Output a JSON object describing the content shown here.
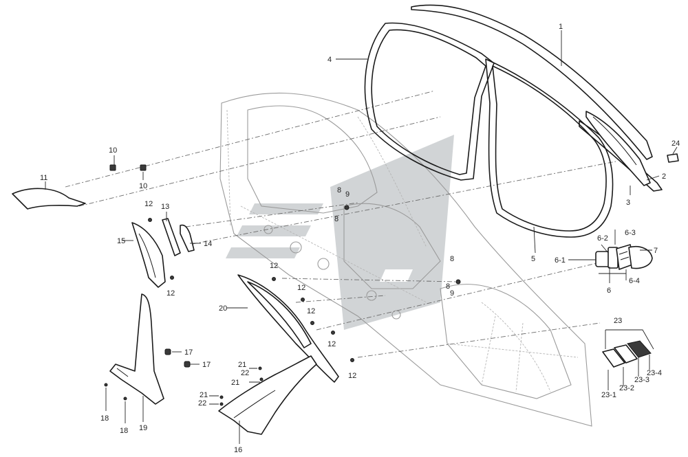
{
  "diagram": {
    "callouts": [
      {
        "id": "c1",
        "text": "1"
      },
      {
        "id": "c2",
        "text": "2"
      },
      {
        "id": "c3",
        "text": "3"
      },
      {
        "id": "c4",
        "text": "4"
      },
      {
        "id": "c5",
        "text": "5"
      },
      {
        "id": "c6",
        "text": "6"
      },
      {
        "id": "c6-1",
        "text": "6-1"
      },
      {
        "id": "c6-2",
        "text": "6-2"
      },
      {
        "id": "c6-3",
        "text": "6-3"
      },
      {
        "id": "c6-4",
        "text": "6-4"
      },
      {
        "id": "c7",
        "text": "7"
      },
      {
        "id": "c8a",
        "text": "8"
      },
      {
        "id": "c8b",
        "text": "8"
      },
      {
        "id": "c8c",
        "text": "8"
      },
      {
        "id": "c8d",
        "text": "8"
      },
      {
        "id": "c9a",
        "text": "9"
      },
      {
        "id": "c9b",
        "text": "9"
      },
      {
        "id": "c10a",
        "text": "10"
      },
      {
        "id": "c10b",
        "text": "10"
      },
      {
        "id": "c11",
        "text": "11"
      },
      {
        "id": "c12a",
        "text": "12"
      },
      {
        "id": "c12b",
        "text": "12"
      },
      {
        "id": "c12c",
        "text": "12"
      },
      {
        "id": "c12d",
        "text": "12"
      },
      {
        "id": "c12e",
        "text": "12"
      },
      {
        "id": "c12f",
        "text": "12"
      },
      {
        "id": "c12g",
        "text": "12"
      },
      {
        "id": "c13",
        "text": "13"
      },
      {
        "id": "c14",
        "text": "14"
      },
      {
        "id": "c15",
        "text": "15"
      },
      {
        "id": "c16",
        "text": "16"
      },
      {
        "id": "c17a",
        "text": "17"
      },
      {
        "id": "c17b",
        "text": "17"
      },
      {
        "id": "c18a",
        "text": "18"
      },
      {
        "id": "c18b",
        "text": "18"
      },
      {
        "id": "c19",
        "text": "19"
      },
      {
        "id": "c20",
        "text": "20"
      },
      {
        "id": "c21a",
        "text": "21"
      },
      {
        "id": "c21b",
        "text": "21"
      },
      {
        "id": "c21c",
        "text": "21"
      },
      {
        "id": "c22a",
        "text": "22"
      },
      {
        "id": "c22b",
        "text": "22"
      },
      {
        "id": "c23",
        "text": "23"
      },
      {
        "id": "c23-1",
        "text": "23-1"
      },
      {
        "id": "c23-2",
        "text": "23-2"
      },
      {
        "id": "c23-3",
        "text": "23-3"
      },
      {
        "id": "c23-4",
        "text": "23-4"
      },
      {
        "id": "c24",
        "text": "24"
      }
    ],
    "colors": {
      "line": "#1a1a1a",
      "body_outline": "#9a9a9a",
      "watermark": "#9aa0a4",
      "background": "#ffffff"
    }
  }
}
